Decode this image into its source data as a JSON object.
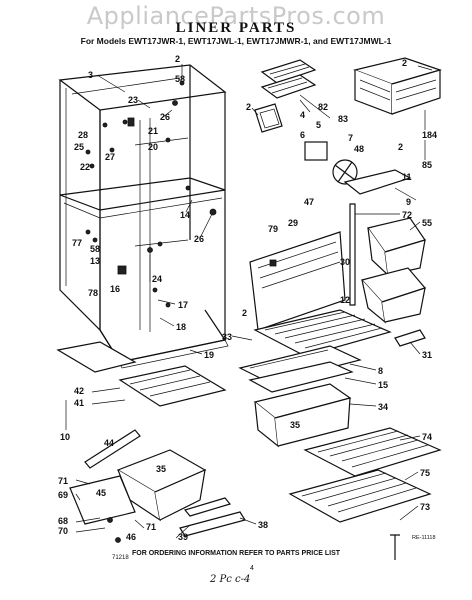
{
  "header": {
    "watermark": "AppliancePartsPros.com",
    "title": "LINER PARTS",
    "subtitle": "For Models EWT17JWR-1, EWT17JWL-1, EWT17JMWR-1, and EWT17JMWL-1"
  },
  "footer": {
    "instruction": "FOR ORDERING INFORMATION REFER TO PARTS PRICE LIST",
    "page_number": "4",
    "handwritten_note": "2 Pc c-4",
    "code_left": "71218",
    "code_right": "RE-11118"
  },
  "callouts": {
    "c2a": "2",
    "c58a": "58",
    "c23": "23",
    "c21": "21",
    "c26a": "26",
    "c28": "28",
    "c20": "20",
    "c25": "25",
    "c27": "27",
    "c22": "22",
    "c3": "3",
    "c2b": "2",
    "c82": "82",
    "c83": "83",
    "c4": "4",
    "c5": "5",
    "c6": "6",
    "c2c": "2",
    "c184": "184",
    "c85": "85",
    "c7": "7",
    "c48": "48",
    "c2d": "2",
    "c11": "11",
    "c47": "47",
    "c9": "9",
    "c72": "72",
    "c55": "55",
    "c14": "14",
    "c26b": "26",
    "c79": "79",
    "c29": "29",
    "c58b": "58",
    "c77": "77",
    "c13": "13",
    "c78": "78",
    "c16": "16",
    "c24": "24",
    "c30": "30",
    "c12": "12",
    "c17": "17",
    "c2e": "2",
    "c33": "33",
    "c18": "18",
    "c19": "19",
    "c31": "31",
    "c8": "8",
    "c15": "15",
    "c42": "42",
    "c41": "41",
    "c10": "10",
    "c34": "34",
    "c35a": "35",
    "c74": "74",
    "c44": "44",
    "c35b": "35",
    "c71a": "71",
    "c69": "69",
    "c45": "45",
    "c75": "75",
    "c73": "73",
    "c68": "68",
    "c70": "70",
    "c71b": "71",
    "c46": "46",
    "c39": "39",
    "c38": "38"
  }
}
